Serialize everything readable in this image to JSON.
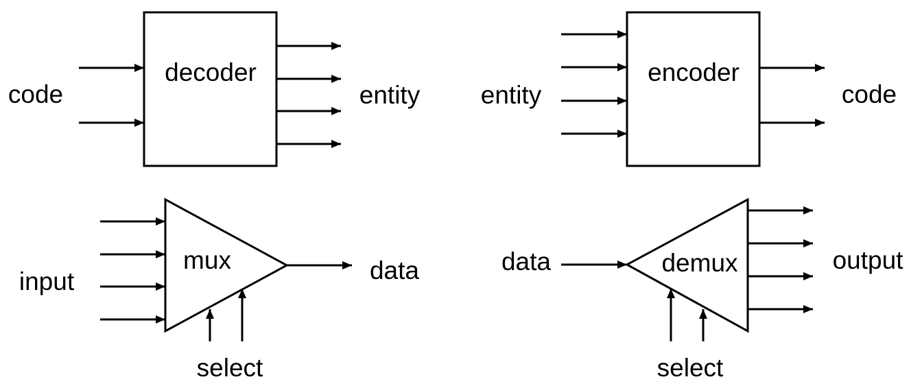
{
  "decoder": {
    "name": "decoder",
    "input_label": "code",
    "output_label": "entity"
  },
  "encoder": {
    "name": "encoder",
    "input_label": "entity",
    "output_label": "code"
  },
  "mux": {
    "name": "mux",
    "input_label": "input",
    "output_label": "data",
    "select_label": "select"
  },
  "demux": {
    "name": "demux",
    "input_label": "data",
    "output_label": "output",
    "select_label": "select"
  }
}
